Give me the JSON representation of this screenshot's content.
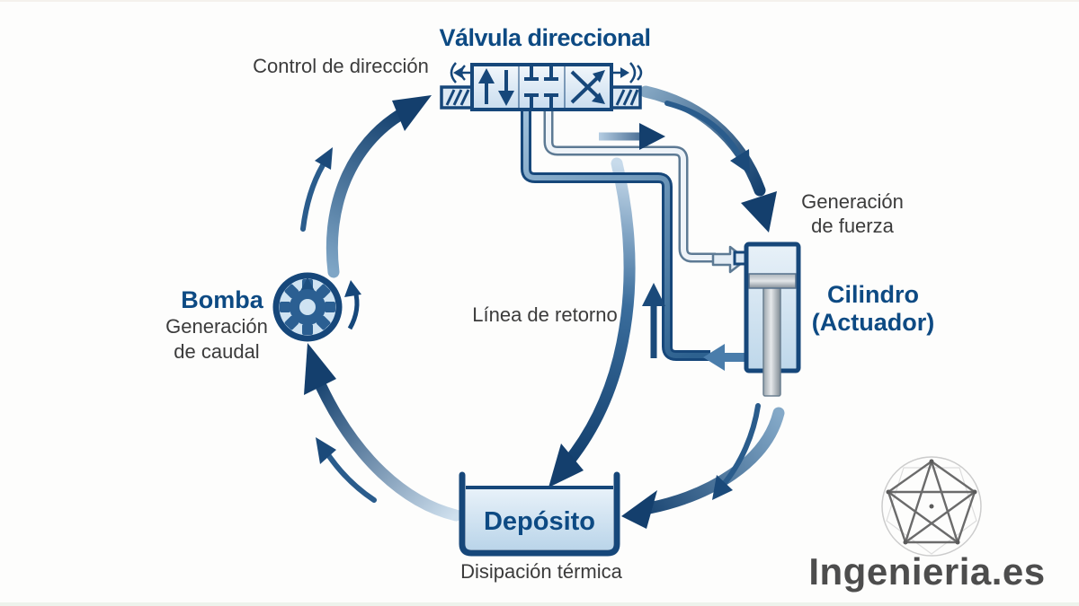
{
  "diagram": {
    "valve": {
      "title": "Válvula direccional",
      "subtitle": "Control de dirección"
    },
    "pump": {
      "title": "Bomba",
      "subtitle1": "Generación",
      "subtitle2": "de caudal"
    },
    "cylinder": {
      "title1": "Cilindro",
      "title2": "(Actuador)",
      "subtitle1": "Generación",
      "subtitle2": "de fuerza"
    },
    "tank": {
      "title": "Depósito",
      "subtitle": "Disipación térmica"
    },
    "return_line_label": "Línea de retorno"
  },
  "watermark": {
    "text": "Ingenieria.es"
  },
  "icons": {
    "valve": "directional-valve-icon",
    "pump": "gear-pump-icon",
    "cylinder": "cylinder-actuator-icon",
    "tank": "reservoir-icon",
    "watermark": "geodesic-sphere-icon"
  },
  "colors": {
    "navy": "#16477a",
    "navy_text": "#0d4a83",
    "medium_blue": "#4a7dab",
    "light_blue": "#d9e8f4",
    "label_gray": "#3b3b3b",
    "logo_gray": "#4d4d4d",
    "background": "#fdfdfc"
  }
}
